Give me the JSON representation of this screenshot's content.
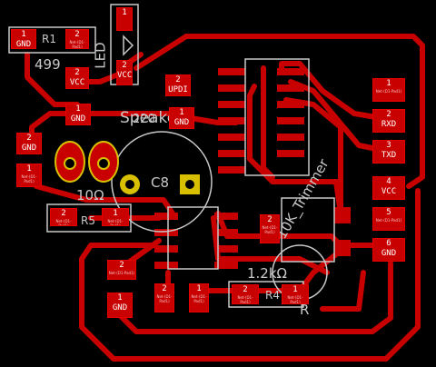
{
  "colors": {
    "background": "#000000",
    "copper": "#c80000",
    "copper_bright": "#e00000",
    "silkscreen": "#c8c8c8",
    "drill_gold": "#d8c000",
    "outline": "#909090"
  },
  "components": {
    "r1_ref": "R1",
    "r1_value": "499",
    "led_ref": "LED",
    "speaker_ref": "Speaker",
    "speaker_value": "220",
    "r5_ref": "R5",
    "r5_value": "10Ω",
    "c8_ref": "C8",
    "trimmer_ref": "10K_Trimmer",
    "rcircle_ref": "R",
    "r4_ref": "R4",
    "r4_value": "1.2kΩ"
  },
  "pads": {
    "p_gnd_tl": {
      "num": "1",
      "net": "GND"
    },
    "p_r1_2": {
      "num": "2",
      "net": ""
    },
    "p_led_1": {
      "num": "1",
      "net": ""
    },
    "p_led_vcc": {
      "num": "2",
      "net": "VCC"
    },
    "p_vcc_small": {
      "num": "2",
      "net": "VCC"
    },
    "p_updi": {
      "num": "2",
      "net": "UPDI"
    },
    "p_gnd_mid": {
      "num": "1",
      "net": "GND"
    },
    "p_gnd_spk": {
      "num": "1",
      "net": "GND"
    },
    "p_gnd_left": {
      "num": "2",
      "net": "GND"
    },
    "p_left_1": {
      "num": "1",
      "net": ""
    },
    "p_r5_2": {
      "num": "2",
      "net": ""
    },
    "p_r5_1": {
      "num": "1",
      "net": ""
    },
    "h1": {
      "num": "1",
      "net": ""
    },
    "h2": {
      "num": "2",
      "net": "RXD"
    },
    "h3": {
      "num": "3",
      "net": "TXD"
    },
    "h4": {
      "num": "4",
      "net": "VCC"
    },
    "h5": {
      "num": "5",
      "net": ""
    },
    "h6": {
      "num": "6",
      "net": "GND"
    },
    "p_trim_2": {
      "num": "2",
      "net": ""
    },
    "p_bl_2": {
      "num": "2",
      "net": ""
    },
    "p_bl_gnd": {
      "num": "1",
      "net": "GND"
    },
    "p_bot_2": {
      "num": "2",
      "net": ""
    },
    "p_bot_1": {
      "num": "1",
      "net": ""
    },
    "p_r4_2": {
      "num": "2",
      "net": ""
    },
    "p_r4_1": {
      "num": "1",
      "net": ""
    }
  },
  "pad_tiny_text": "Net-(D1-Pad1)"
}
